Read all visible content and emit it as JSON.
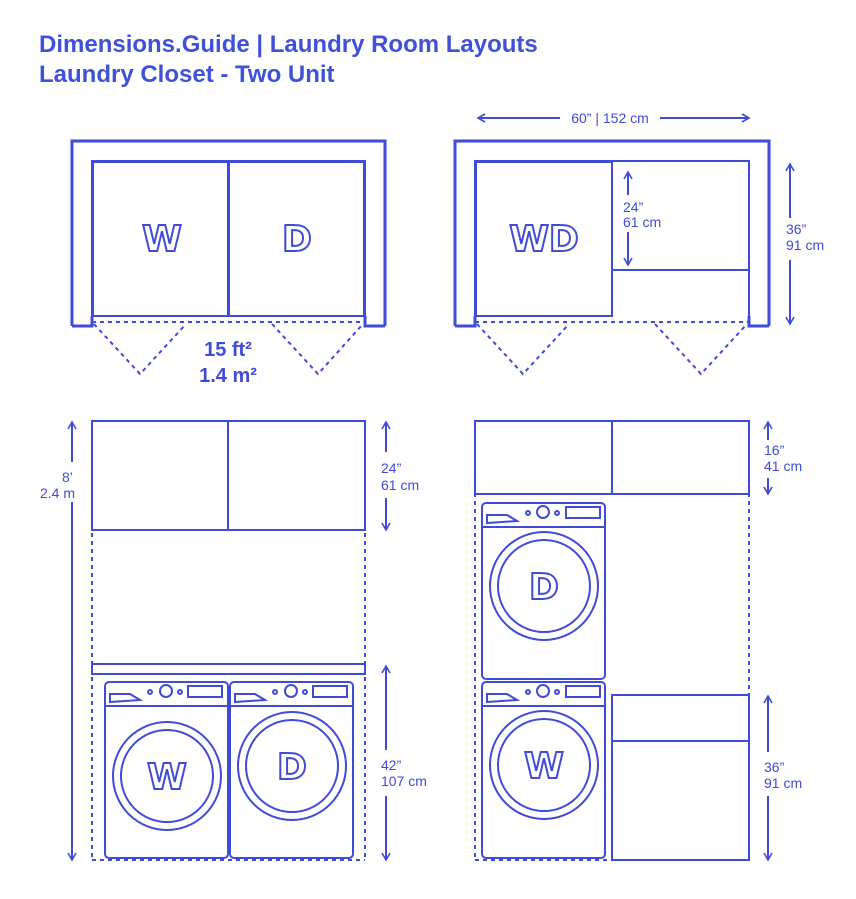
{
  "title_line1": "Dimensions.Guide | Laundry Room Layouts",
  "title_line2": "Laundry Closet - Two Unit",
  "units": {
    "washer": "W",
    "dryer": "D",
    "combo": "WD"
  },
  "area": {
    "imperial": "15 ft²",
    "metric": "1.4 m²"
  },
  "dims": {
    "width": "60” | 152 cm",
    "depth_in": "36”",
    "depth_cm": "91 cm",
    "counter_in": "24”",
    "counter_cm": "61 cm",
    "height_in": "8’",
    "height_m": "2.4 m",
    "upper_in": "24”",
    "upper_cm": "61 cm",
    "appliance_in": "42”",
    "appliance_cm": "107 cm",
    "upper2_in": "16”",
    "upper2_cm": "41 cm",
    "base_in": "36”",
    "base_cm": "91 cm"
  }
}
